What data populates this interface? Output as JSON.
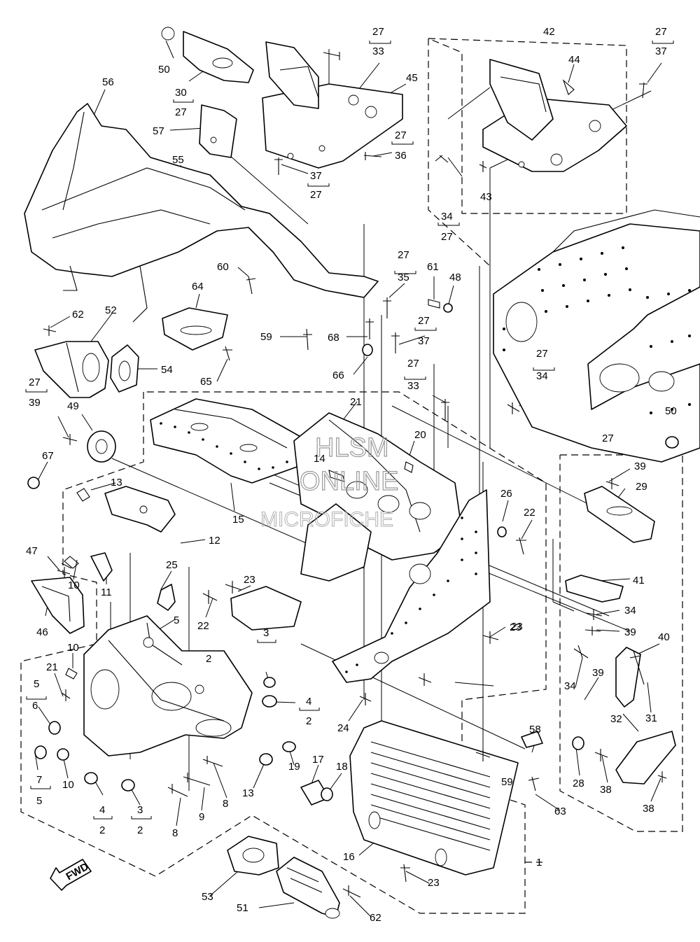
{
  "callouts": [
    {
      "text": "50"
    },
    {
      "text": "30"
    },
    {
      "text": "27"
    },
    {
      "text": "57"
    },
    {
      "text": "56"
    },
    {
      "text": "55"
    },
    {
      "text": "27"
    },
    {
      "text": "33"
    },
    {
      "text": "45"
    },
    {
      "text": "27"
    },
    {
      "text": "36"
    },
    {
      "text": "37"
    },
    {
      "text": "27"
    },
    {
      "text": "42"
    },
    {
      "text": "44"
    },
    {
      "text": "27"
    },
    {
      "text": "37"
    },
    {
      "text": "43"
    },
    {
      "text": "34"
    },
    {
      "text": "27"
    },
    {
      "text": "60"
    },
    {
      "text": "64"
    },
    {
      "text": "59"
    },
    {
      "text": "62"
    },
    {
      "text": "52"
    },
    {
      "text": "54"
    },
    {
      "text": "65"
    },
    {
      "text": "27"
    },
    {
      "text": "35"
    },
    {
      "text": "61"
    },
    {
      "text": "48"
    },
    {
      "text": "68"
    },
    {
      "text": "27"
    },
    {
      "text": "37"
    },
    {
      "text": "66"
    },
    {
      "text": "27"
    },
    {
      "text": "33"
    },
    {
      "text": "27"
    },
    {
      "text": "34"
    },
    {
      "text": "27"
    },
    {
      "text": "39"
    },
    {
      "text": "49"
    },
    {
      "text": "21"
    },
    {
      "text": "14"
    },
    {
      "text": "20"
    },
    {
      "text": "67"
    },
    {
      "text": "13"
    },
    {
      "text": "15"
    },
    {
      "text": "50"
    },
    {
      "text": "27"
    },
    {
      "text": "39"
    },
    {
      "text": "29"
    },
    {
      "text": "26"
    },
    {
      "text": "22"
    },
    {
      "text": "12"
    },
    {
      "text": "47"
    },
    {
      "text": "10"
    },
    {
      "text": "11"
    },
    {
      "text": "25"
    },
    {
      "text": "23"
    },
    {
      "text": "41"
    },
    {
      "text": "22"
    },
    {
      "text": "46"
    },
    {
      "text": "5"
    },
    {
      "text": "34"
    },
    {
      "text": "23"
    },
    {
      "text": "39"
    },
    {
      "text": "40"
    },
    {
      "text": "10"
    },
    {
      "text": "3"
    },
    {
      "text": "2"
    },
    {
      "text": "21"
    },
    {
      "text": "5"
    },
    {
      "text": "6"
    },
    {
      "text": "4"
    },
    {
      "text": "2"
    },
    {
      "text": "24"
    },
    {
      "text": "23"
    },
    {
      "text": "39"
    },
    {
      "text": "34"
    },
    {
      "text": "31"
    },
    {
      "text": "32"
    },
    {
      "text": "58"
    },
    {
      "text": "7"
    },
    {
      "text": "5"
    },
    {
      "text": "10"
    },
    {
      "text": "4"
    },
    {
      "text": "2"
    },
    {
      "text": "3"
    },
    {
      "text": "2"
    },
    {
      "text": "8"
    },
    {
      "text": "9"
    },
    {
      "text": "8"
    },
    {
      "text": "13"
    },
    {
      "text": "19"
    },
    {
      "text": "17"
    },
    {
      "text": "18"
    },
    {
      "text": "59"
    },
    {
      "text": "28"
    },
    {
      "text": "38"
    },
    {
      "text": "38"
    },
    {
      "text": "63"
    },
    {
      "text": "16"
    },
    {
      "text": "1"
    },
    {
      "text": "23"
    },
    {
      "text": "53"
    },
    {
      "text": "51"
    },
    {
      "text": "62"
    }
  ],
  "fwd_badge": "FWD",
  "watermark": {
    "line1": "HLSM",
    "line2": "ONLINE",
    "line3": "MICROFICHE"
  }
}
